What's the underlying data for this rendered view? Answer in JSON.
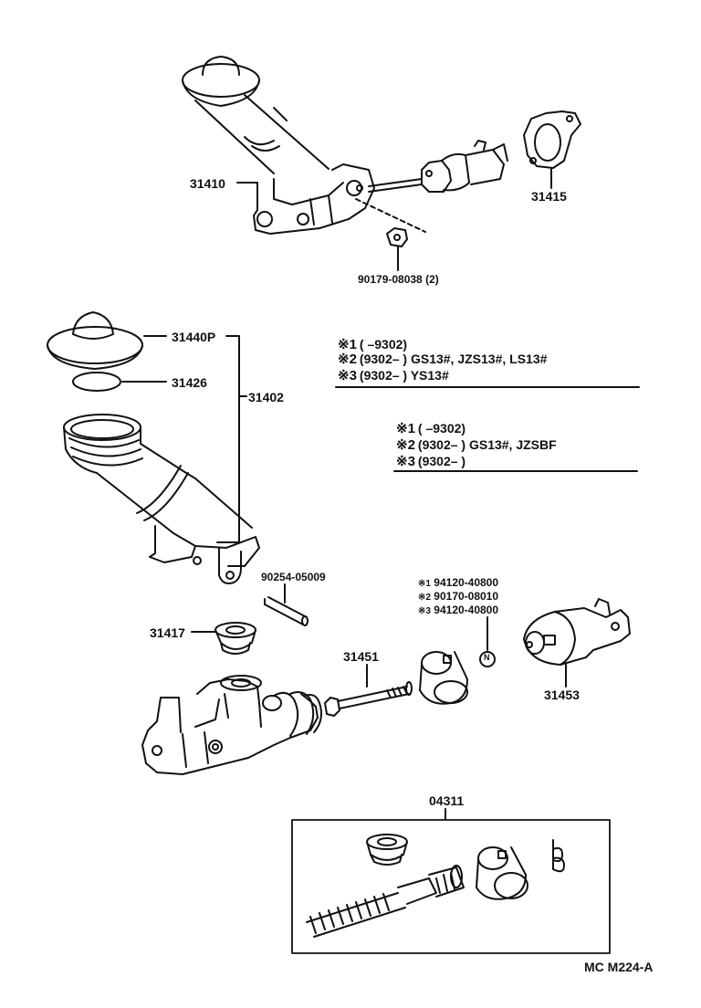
{
  "parts": {
    "p31410": "31410",
    "p31415": "31415",
    "p90179": "90179-08038 (2)",
    "p31440p": "31440P",
    "p31426": "31426",
    "p31402": "31402",
    "p90254": "90254-05009",
    "p31417": "31417",
    "p31451": "31451",
    "p31453": "31453",
    "p04311": "04311",
    "nut_mark": "N"
  },
  "note_table_1": {
    "rows": [
      {
        "mark": "※1",
        "range": "(        –9302)",
        "models": ""
      },
      {
        "mark": "※2",
        "range": "(9302–          )",
        "models": "GS13#, JZS13#, LS13#"
      },
      {
        "mark": "※3",
        "range": "(9302–          )",
        "models": "YS13#"
      }
    ]
  },
  "note_table_2": {
    "rows": [
      {
        "mark": "※1",
        "range": "(        –9302)",
        "models": ""
      },
      {
        "mark": "※2",
        "range": "(9302–          )",
        "models": "GS13#, JZSBF"
      },
      {
        "mark": "※3",
        "range": "(9302–          )",
        "models": ""
      }
    ]
  },
  "nut_numbers": [
    {
      "mark": "※1",
      "number": "94120-40800"
    },
    {
      "mark": "※2",
      "number": "90170-08010"
    },
    {
      "mark": "※3",
      "number": "94120-40800"
    }
  ],
  "figure_code": "MC M224-A"
}
